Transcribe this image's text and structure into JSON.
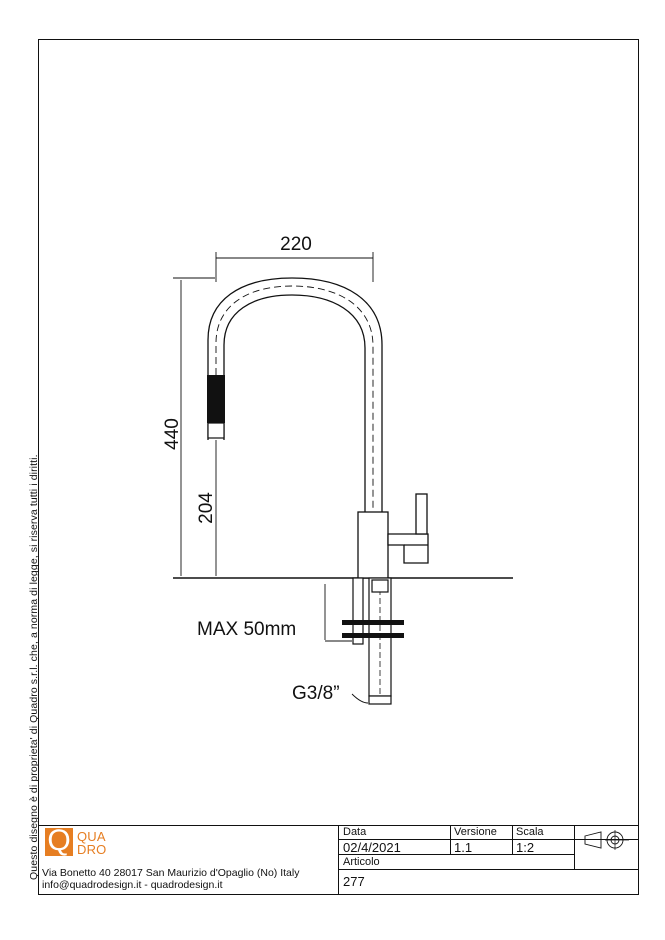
{
  "drawing": {
    "dim_width": "220",
    "dim_height_total": "440",
    "dim_height_spout": "204",
    "max_thickness": "MAX 50mm",
    "thread": "G3/8”"
  },
  "side_note": "Questo disegno è di proprieta' di Quadro s.r.l. che, a norma di legge, si riserva tutti i diritti.",
  "brand": {
    "logo_letter": "Q",
    "logo_top": "QUA",
    "logo_bottom": "DRO",
    "logo_color": "#e67e22",
    "address": "Via Bonetto 40  28017 San Maurizio d'Opaglio (No) Italy",
    "contacts": "info@quadrodesign.it  -  quadrodesign.it"
  },
  "title_block": {
    "data_label": "Data",
    "data_value": "02/4/2021",
    "version_label": "Versione",
    "version_value": "1.1",
    "scale_label": "Scala",
    "scale_value": "1:2",
    "article_label": "Articolo",
    "article_value": "277",
    "projection_symbol": "first-angle-projection-icon"
  }
}
